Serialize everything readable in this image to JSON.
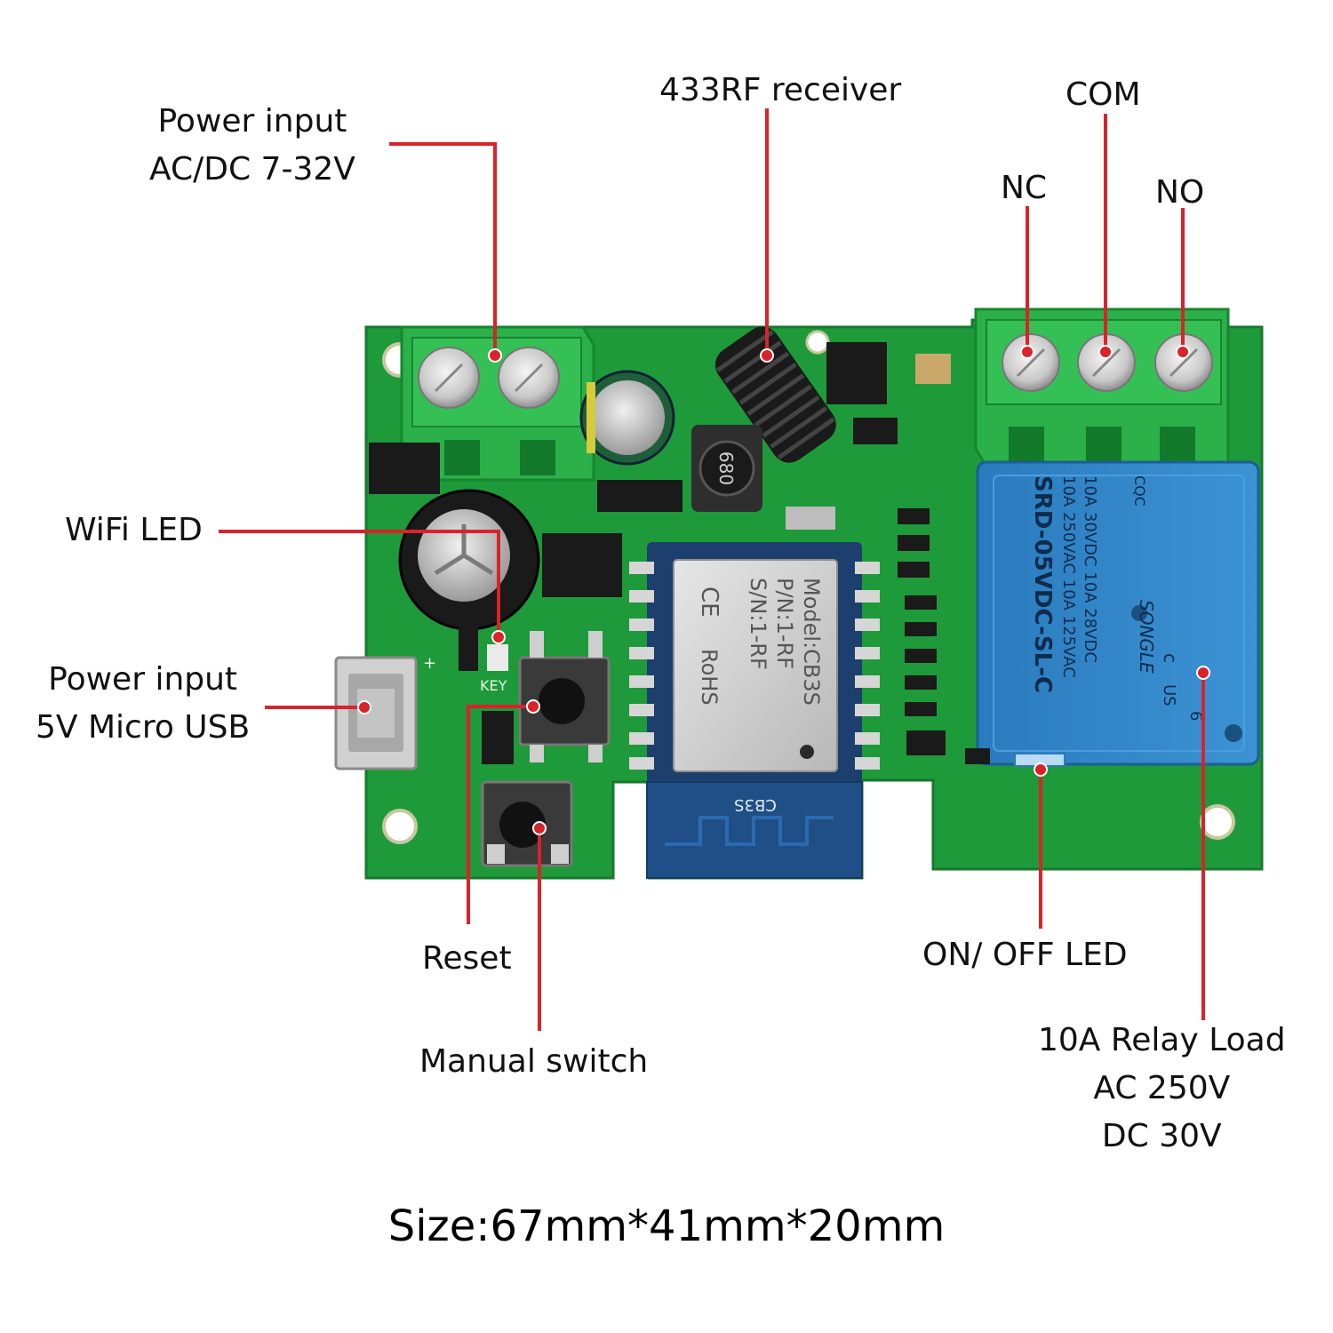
{
  "labels": {
    "rf_receiver": "433RF receiver",
    "com": "COM",
    "nc": "NC",
    "no": "NO",
    "power_input_ac": [
      "Power input",
      "AC/DC 7-32V"
    ],
    "wifi_led": "WiFi LED",
    "power_input_usb": [
      "Power input",
      "5V Micro USB"
    ],
    "reset": "Reset",
    "manual_switch": "Manual switch",
    "on_off_led": "ON/ OFF LED",
    "relay_load": [
      "10A Relay Load",
      "AC 250V",
      "DC 30V"
    ]
  },
  "size_caption": "Size:67mm*41mm*20mm",
  "board_markings": {
    "wifi_module": [
      "Model:CB3S",
      "P/N:1-RF",
      "S/N:1-RF",
      "CE",
      "RoHS"
    ],
    "antenna_module": "CB3S",
    "relay": [
      "SRD-05VDC-SL-C",
      "10A 250VAC  10A 125VAC",
      "10A 30VDC  10A 28VDC",
      "SONGLE",
      "CQC",
      "c",
      "US",
      "6"
    ],
    "inductor": "680",
    "key_mark": "KEY",
    "plus_mark": "+"
  },
  "colors": {
    "pcb": "#1e9a3a",
    "terminal": "#2bb04a",
    "relay": "#2f86c8",
    "callout": "#d8232a",
    "text": "#111111"
  }
}
